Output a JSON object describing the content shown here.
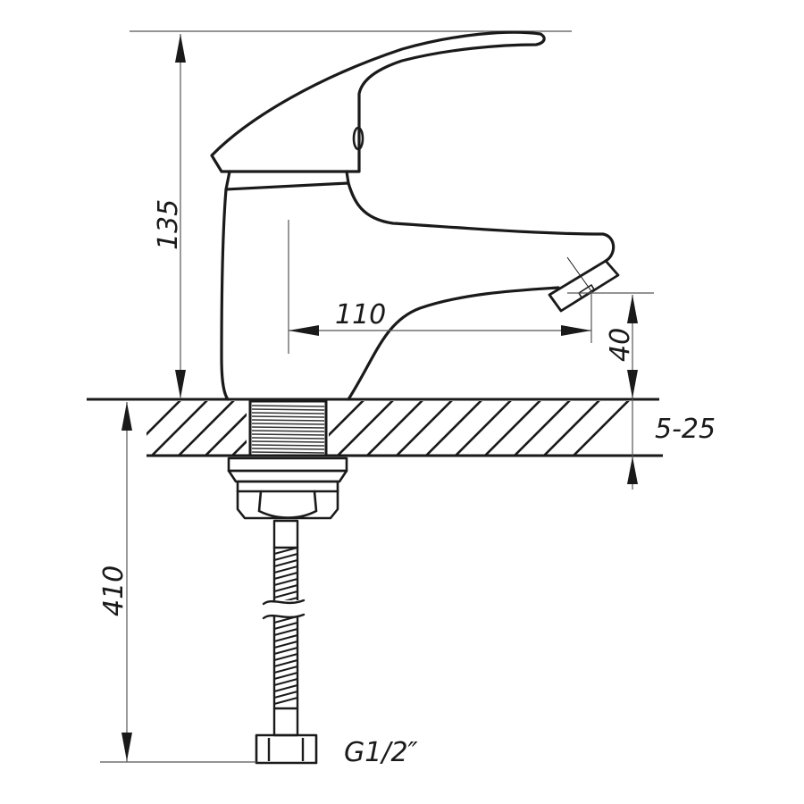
{
  "drawing": {
    "subject": "Single-lever basin faucet technical drawing",
    "colors": {
      "line": "#1a1a1a",
      "dimension_line": "#555555",
      "background": "#ffffff"
    }
  },
  "dimensions": {
    "height": {
      "label": "135",
      "orientation": "vertical"
    },
    "spout_reach": {
      "label": "110",
      "orientation": "horizontal"
    },
    "spout_clearance": {
      "label": "40",
      "orientation": "vertical"
    },
    "countertop_thickness": {
      "label": "5-25",
      "orientation": "horizontal-text"
    },
    "hose_length": {
      "label": "410",
      "orientation": "vertical"
    },
    "connection_thread": {
      "label": "G1/2″"
    }
  }
}
